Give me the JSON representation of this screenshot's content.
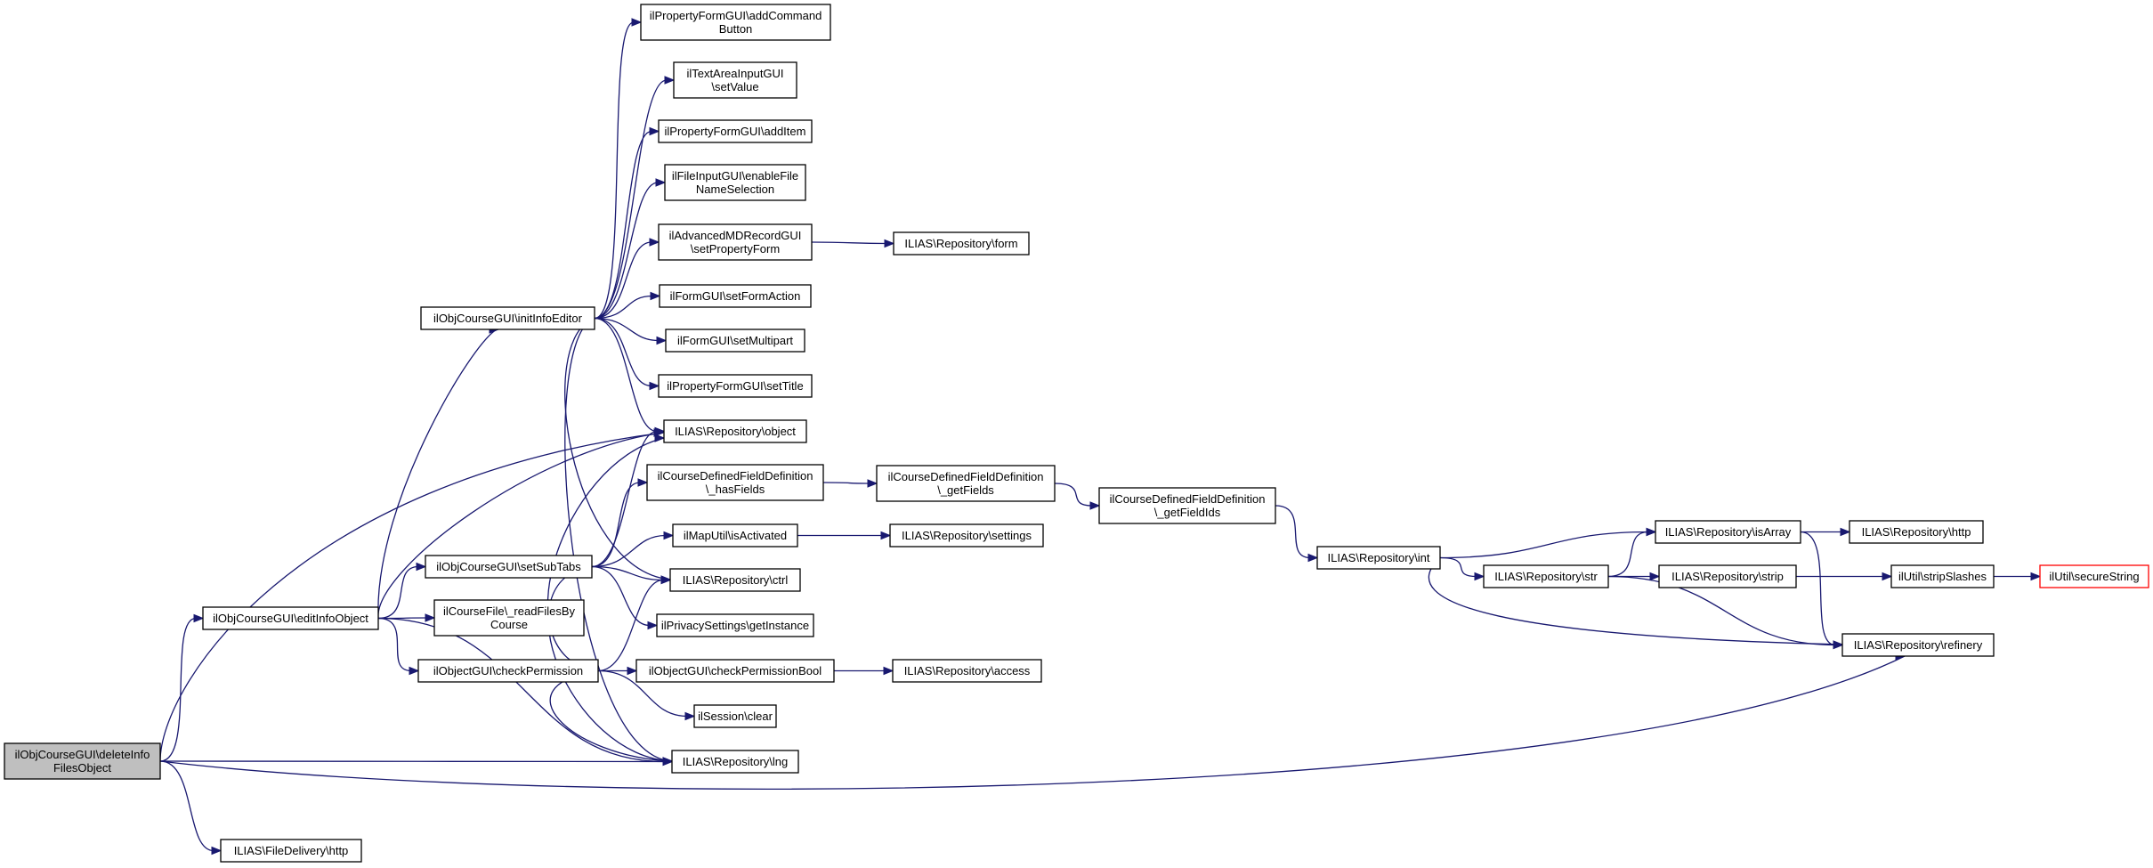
{
  "nodes": [
    {
      "id": "n0",
      "lines": [
        "ilObjCourseGUI\\deleteInfo",
        "FilesObject"
      ],
      "style": "root"
    },
    {
      "id": "n1",
      "lines": [
        "ilObjCourseGUI\\editInfoObject"
      ]
    },
    {
      "id": "n2",
      "lines": [
        "ILIAS\\FileDelivery\\http"
      ]
    },
    {
      "id": "n3",
      "lines": [
        "ilObjCourseGUI\\initInfoEditor"
      ]
    },
    {
      "id": "n4",
      "lines": [
        "ilObjCourseGUI\\setSubTabs"
      ]
    },
    {
      "id": "n5",
      "lines": [
        "ilCourseFile\\_readFilesBy",
        "Course"
      ]
    },
    {
      "id": "n6",
      "lines": [
        "ilObjectGUI\\checkPermission"
      ]
    },
    {
      "id": "n7",
      "lines": [
        "ilPropertyFormGUI\\addCommand",
        "Button"
      ]
    },
    {
      "id": "n8",
      "lines": [
        "ilTextAreaInputGUI",
        "\\setValue"
      ]
    },
    {
      "id": "n9",
      "lines": [
        "ilPropertyFormGUI\\addItem"
      ]
    },
    {
      "id": "n10",
      "lines": [
        "ilFileInputGUI\\enableFile",
        "NameSelection"
      ]
    },
    {
      "id": "n11",
      "lines": [
        "ilAdvancedMDRecordGUI",
        "\\setPropertyForm"
      ]
    },
    {
      "id": "n12",
      "lines": [
        "ilFormGUI\\setFormAction"
      ]
    },
    {
      "id": "n13",
      "lines": [
        "ilFormGUI\\setMultipart"
      ]
    },
    {
      "id": "n14",
      "lines": [
        "ilPropertyFormGUI\\setTitle"
      ]
    },
    {
      "id": "n15",
      "lines": [
        "ILIAS\\Repository\\object"
      ]
    },
    {
      "id": "n16",
      "lines": [
        "ilCourseDefinedFieldDefinition",
        "\\_hasFields"
      ]
    },
    {
      "id": "n17",
      "lines": [
        "ilMapUtil\\isActivated"
      ]
    },
    {
      "id": "n18",
      "lines": [
        "ILIAS\\Repository\\ctrl"
      ]
    },
    {
      "id": "n19",
      "lines": [
        "ilPrivacySettings\\getInstance"
      ]
    },
    {
      "id": "n20",
      "lines": [
        "ilObjectGUI\\checkPermissionBool"
      ]
    },
    {
      "id": "n21",
      "lines": [
        "ilSession\\clear"
      ]
    },
    {
      "id": "n22",
      "lines": [
        "ILIAS\\Repository\\lng"
      ]
    },
    {
      "id": "n23",
      "lines": [
        "ILIAS\\Repository\\form"
      ]
    },
    {
      "id": "n24",
      "lines": [
        "ilCourseDefinedFieldDefinition",
        "\\_getFields"
      ]
    },
    {
      "id": "n25",
      "lines": [
        "ILIAS\\Repository\\settings"
      ]
    },
    {
      "id": "n26",
      "lines": [
        "ILIAS\\Repository\\access"
      ]
    },
    {
      "id": "n27",
      "lines": [
        "ilCourseDefinedFieldDefinition",
        "\\_getFieldIds"
      ]
    },
    {
      "id": "n28",
      "lines": [
        "ILIAS\\Repository\\int"
      ]
    },
    {
      "id": "n29",
      "lines": [
        "ILIAS\\Repository\\isArray"
      ]
    },
    {
      "id": "n30",
      "lines": [
        "ILIAS\\Repository\\str"
      ]
    },
    {
      "id": "n31",
      "lines": [
        "ILIAS\\Repository\\strip"
      ]
    },
    {
      "id": "n32",
      "lines": [
        "ILIAS\\Repository\\refinery"
      ]
    },
    {
      "id": "n33",
      "lines": [
        "ILIAS\\Repository\\http"
      ]
    },
    {
      "id": "n34",
      "lines": [
        "ilUtil\\stripSlashes"
      ]
    },
    {
      "id": "n35",
      "lines": [
        "ilUtil\\secureString"
      ],
      "style": "trunc"
    }
  ],
  "edges": [
    [
      "n0",
      "n1"
    ],
    [
      "n0",
      "n2"
    ],
    [
      "n0",
      "n15"
    ],
    [
      "n0",
      "n22"
    ],
    [
      "n0",
      "n32"
    ],
    [
      "n1",
      "n3"
    ],
    [
      "n1",
      "n4"
    ],
    [
      "n1",
      "n5"
    ],
    [
      "n1",
      "n6"
    ],
    [
      "n1",
      "n15"
    ],
    [
      "n1",
      "n22"
    ],
    [
      "n3",
      "n7"
    ],
    [
      "n3",
      "n8"
    ],
    [
      "n3",
      "n9"
    ],
    [
      "n3",
      "n10"
    ],
    [
      "n3",
      "n11"
    ],
    [
      "n3",
      "n12"
    ],
    [
      "n3",
      "n13"
    ],
    [
      "n3",
      "n14"
    ],
    [
      "n3",
      "n15"
    ],
    [
      "n3",
      "n18"
    ],
    [
      "n3",
      "n22"
    ],
    [
      "n4",
      "n15"
    ],
    [
      "n4",
      "n16"
    ],
    [
      "n4",
      "n17"
    ],
    [
      "n4",
      "n18"
    ],
    [
      "n4",
      "n19"
    ],
    [
      "n4",
      "n22"
    ],
    [
      "n6",
      "n15"
    ],
    [
      "n6",
      "n18"
    ],
    [
      "n6",
      "n20"
    ],
    [
      "n6",
      "n21"
    ],
    [
      "n6",
      "n22"
    ],
    [
      "n11",
      "n23"
    ],
    [
      "n16",
      "n24"
    ],
    [
      "n17",
      "n25"
    ],
    [
      "n20",
      "n26"
    ],
    [
      "n24",
      "n27"
    ],
    [
      "n27",
      "n28"
    ],
    [
      "n28",
      "n29"
    ],
    [
      "n28",
      "n30"
    ],
    [
      "n28",
      "n32"
    ],
    [
      "n29",
      "n33"
    ],
    [
      "n29",
      "n32"
    ],
    [
      "n30",
      "n29"
    ],
    [
      "n30",
      "n31"
    ],
    [
      "n30",
      "n32"
    ],
    [
      "n31",
      "n34"
    ],
    [
      "n34",
      "n35"
    ]
  ]
}
